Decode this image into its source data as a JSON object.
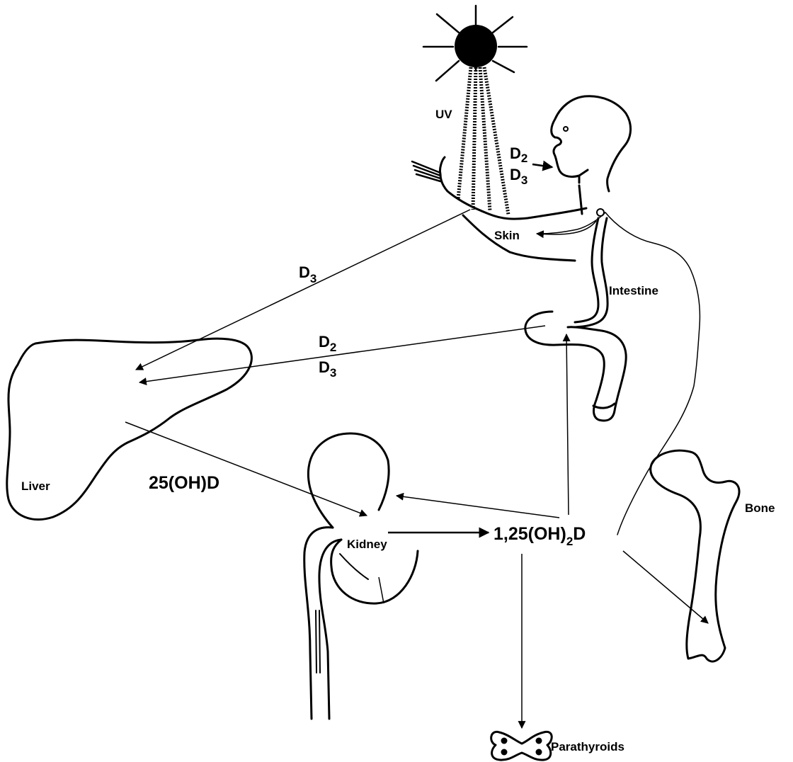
{
  "labels": {
    "uv": "UV",
    "skin": "Skin",
    "intestine": "Intestine",
    "liver": "Liver",
    "kidney": "Kidney",
    "bone": "Bone",
    "parathyroids": "Parathyroids",
    "metabolite_25": "25(OH)D"
  },
  "molecules": {
    "d_letter": "D",
    "sub_2": "2",
    "sub_3": "3",
    "calcitriol_prefix": "1,25(OH)",
    "calcitriol_sub": "2",
    "calcitriol_suffix": "D"
  },
  "colors": {
    "line": "#000000",
    "sun": "#000000",
    "background": "#ffffff"
  }
}
